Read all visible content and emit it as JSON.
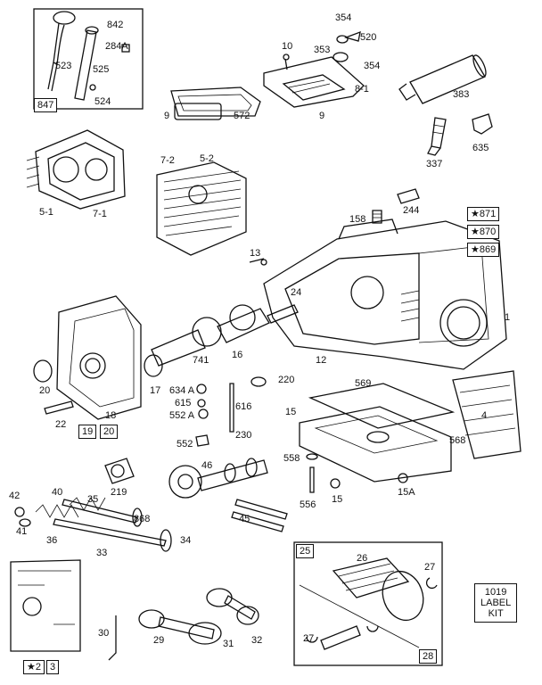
{
  "diagram": {
    "labels": {
      "l842": "842",
      "l284a": "284A",
      "l523": "523",
      "l525": "525",
      "l524": "524",
      "l847": "847",
      "l354a": "354",
      "l520": "520",
      "l10": "10",
      "l353": "353",
      "l354b": "354",
      "l8_1": "8-1",
      "l9a": "9",
      "l572": "572",
      "l9b": "9",
      "l383": "383",
      "l635": "635",
      "l337": "337",
      "l5_1": "5-1",
      "l7_1": "7-1",
      "l7_2": "7-2",
      "l5_2": "5-2",
      "l158": "158",
      "l244": "244",
      "l871": "★871",
      "l870": "★870",
      "l869": "★869",
      "l13": "13",
      "l24": "24",
      "l1": "1",
      "l12": "12",
      "l741": "741",
      "l16": "16",
      "l20": "20",
      "l17": "17",
      "l18": "18",
      "l22": "22",
      "l19": "19",
      "l20b": "20",
      "l634a": "634 A",
      "l615": "615",
      "l552a": "552 A",
      "l616": "616",
      "l552": "552",
      "l230": "230",
      "l220": "220",
      "l569": "569",
      "l4": "4",
      "l15a": "15",
      "l568": "568",
      "l558": "558",
      "l556": "556",
      "l15b": "15",
      "l15c": "15A",
      "l46": "46",
      "l219": "219",
      "l42": "42",
      "l40": "40",
      "l35": "35",
      "l41": "41",
      "l36": "36",
      "l868": "868",
      "l33": "33",
      "l34": "34",
      "l45": "45",
      "l25": "25",
      "l26": "26",
      "l27a": "27",
      "l27b": "27",
      "l28": "28",
      "l30": "30",
      "l29": "29",
      "l31": "31",
      "l32": "32",
      "l2": "★2",
      "l3": "3"
    },
    "label_kit": {
      "line1": "1019",
      "line2": "LABEL",
      "line3": "KIT"
    }
  }
}
